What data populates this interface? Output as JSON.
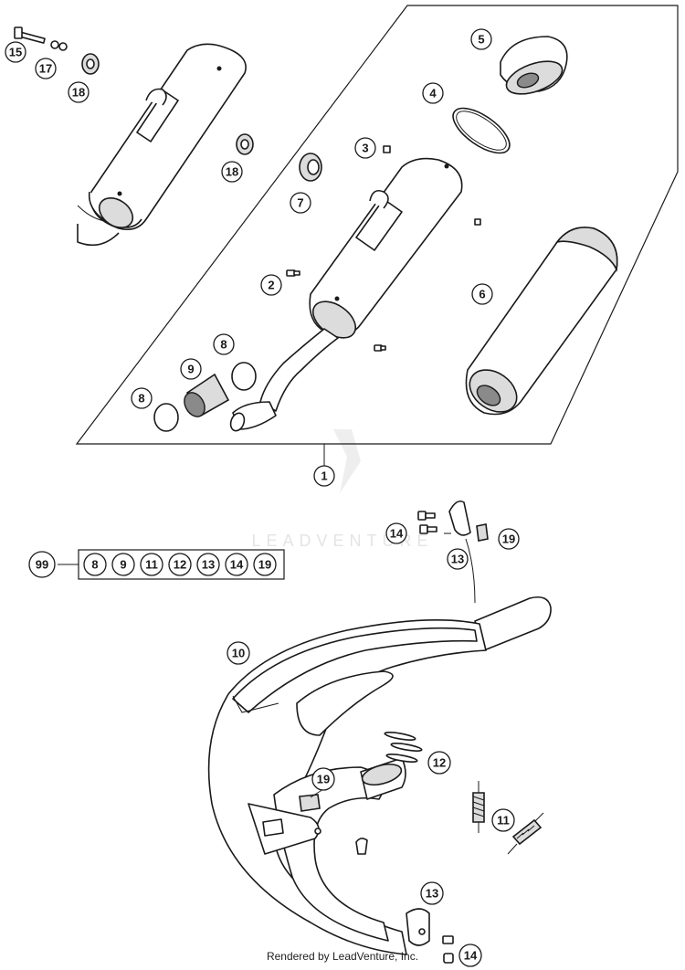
{
  "watermark": "LEADVENTURE",
  "footer_text": "Rendered by LeadVenture, Inc.",
  "callouts": {
    "c15": "15",
    "c17": "17",
    "c18a": "18",
    "c18b": "18",
    "c5": "5",
    "c4": "4",
    "c3": "3",
    "c7": "7",
    "c2": "2",
    "c6": "6",
    "c8a": "8",
    "c9": "9",
    "c8b": "8",
    "c1": "1",
    "c14a": "14",
    "c13a": "13",
    "c19a": "19",
    "c99": "99",
    "c10": "10",
    "c12": "12",
    "c19b": "19",
    "c11": "11",
    "c13b": "13",
    "c14b": "14"
  },
  "kit_contents": [
    "8",
    "9",
    "11",
    "12",
    "13",
    "14",
    "19"
  ]
}
